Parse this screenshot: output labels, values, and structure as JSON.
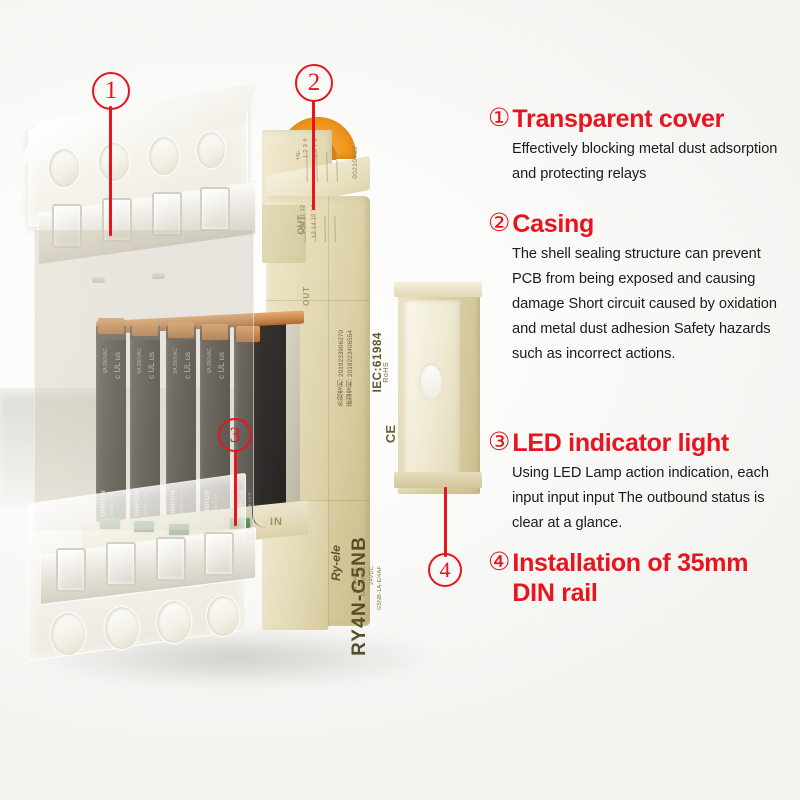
{
  "meta": {
    "background_color": "#fdfdfc",
    "accent_color": "#e8141e",
    "body_text_color": "#1b1b1b"
  },
  "product": {
    "brand": "Ry-ele",
    "model": "RY4N-G5NB",
    "standard": "IEC:61984",
    "rohs_mark": "RoHS",
    "ce_mark": "CE",
    "patent_line_1": "新型专利: 2019223406554",
    "patent_line_2": "外观专利: 2019233906270",
    "serial": "00210Y39",
    "relay_brand": "OMRON",
    "relay_model": "G5NB-1A-E",
    "relay_coil": "24VDC",
    "relay_contact": "5A 250VAC",
    "relay_code": "0/82 C 12",
    "relay_ul": "c UL us",
    "spec_lines": [
      "G5NB-1A-E/4AF",
      "24VDC",
      "5A 250VAC",
      "1A  24VDC"
    ],
    "terminal_scale_top": "1 2 3 4",
    "terminal_scale_top2": "5 6 7 8",
    "terminal_scale_bot": "9 10 11 12",
    "terminal_scale_bot2": "13 14 15 16",
    "label_in": "IN",
    "label_out": "OUT",
    "label_nc": "+N-"
  },
  "callouts": [
    {
      "id": "callout-1",
      "number": "①",
      "glyph": "1"
    },
    {
      "id": "callout-2",
      "number": "②",
      "glyph": "2"
    },
    {
      "id": "callout-3",
      "number": "③",
      "glyph": "3"
    },
    {
      "id": "callout-4",
      "number": "④",
      "glyph": "4"
    }
  ],
  "features": [
    {
      "number": "①",
      "title": "Transparent cover",
      "body": "Effectively blocking metal dust adsorption and protecting relays"
    },
    {
      "number": "②",
      "title": "Casing",
      "body": "The shell sealing structure can prevent PCB from being exposed and causing damage Short circuit caused by oxidation and metal dust adhesion Safety hazards such as incorrect actions."
    },
    {
      "number": "③",
      "title": "LED indicator light",
      "body": "Using LED Lamp action indication, each input input input The outbound status is clear at a glance."
    },
    {
      "number": "④",
      "title": "Installation of 35mm DIN rail",
      "body": ""
    }
  ]
}
